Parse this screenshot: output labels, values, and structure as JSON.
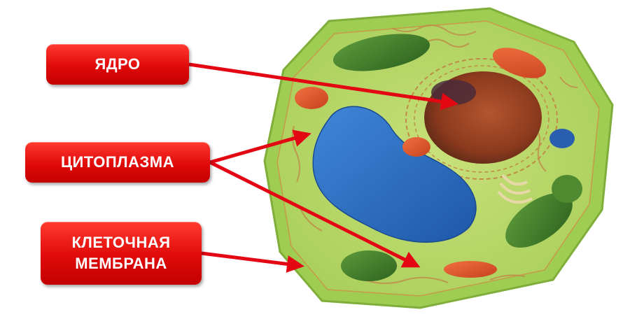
{
  "labels": {
    "nucleus": "ЯДРО",
    "cytoplasm": "ЦИТОПЛАЗМА",
    "membrane_line1": "КЛЕТОЧНАЯ",
    "membrane_line2": "МЕМБРАНА"
  },
  "colors": {
    "label_bg": "#e00a0a",
    "arrow": "#e30613",
    "membrane": "#9ccc4f",
    "cytoplasm": "#b9d867",
    "nucleus": "#8a3a1e",
    "nucleolus": "#4a2a3a",
    "vacuole": "#2f6fc4",
    "chloroplast": "#3f7a2a",
    "mitochondria": "#e0532a"
  }
}
